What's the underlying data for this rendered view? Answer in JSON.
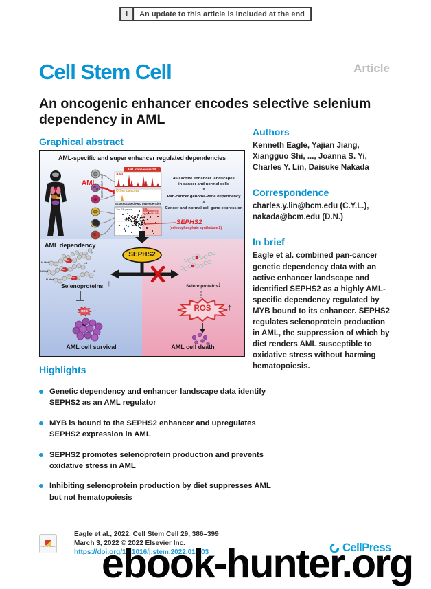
{
  "banner": {
    "icon": "i",
    "text": "An update to this article is included at the end"
  },
  "header": {
    "journal": "Cell Stem Cell",
    "article_type": "Article"
  },
  "title": "An oncogenic enhancer encodes selective selenium dependency in AML",
  "sections": {
    "graphical_abstract": {
      "heading": "Graphical abstract"
    },
    "authors": {
      "heading": "Authors",
      "names": "Kenneth Eagle, Yajian Jiang, Xiangguo Shi, ..., Joanna S. Yi, Charles Y. Lin, Daisuke Nakada"
    },
    "correspondence": {
      "heading": "Correspondence",
      "emails": "charles.y.lin@bcm.edu (C.Y.L.), nakada@bcm.edu (D.N.)"
    },
    "in_brief": {
      "heading": "In brief",
      "text": "Eagle et al. combined pan-cancer genetic dependency data with an active enhancer landscape and identified SEPHS2 as a highly AML-specific dependency regulated by MYB bound to its enhancer. SEPHS2 regulates selenoprotein production in AML, the suppression of which by diet renders AML susceptible to oxidative stress without harming hematopoiesis."
    },
    "highlights": {
      "heading": "Highlights",
      "items": [
        "Genetic dependency and enhancer landscape data identify SEPHS2 as an AML regulator",
        "MYB is bound to the SEPHS2 enhancer and upregulates SEPHS2 expression in AML",
        "SEPHS2 promotes selenoprotein production and prevents oxidative stress in AML",
        "Inhibiting selenoprotein production by diet suppresses AML but not hematopoiesis"
      ]
    }
  },
  "figure": {
    "top_title": "AML-specific and super enhancer regulated dependencies",
    "aml_label": "AML",
    "track1_label": "AML",
    "track1_banner": "AML consensus SE",
    "track2_label": "Other cancers",
    "yaxis_label": "H3K27ac ChIP-seq",
    "scatter_header": "SE-associated AML dependencies",
    "scatter_left_label": "Top SE genes",
    "scatter_zone_label": "AML dependencies w/ specific SEs",
    "criteria": [
      "450 active enhancer landscapes",
      "in cancer and normal cells",
      "x",
      "Pan-cancer genome-wide dependency",
      "x",
      "Cancer and normal cell gene expression"
    ],
    "gene_label": "SEPHS2",
    "gene_sub": "(selenophosphate synthetase 2)",
    "dependency_label": "AML dependency",
    "sephs2_node": "SEPHS2",
    "nmet_label": "N-Met",
    "sec_label": "Sec",
    "cterm_label": "-C",
    "selenoproteins_label": "Selenoproteins",
    "up_arrow": "↑",
    "down_arrow": "↓",
    "ros_label": "ROS",
    "survival_label": "AML cell survival",
    "death_label": "AML cell death"
  },
  "footer": {
    "citation": "Eagle et al., 2022, Cell Stem Cell 29, 386–399",
    "date_line": "March 3, 2022 © 2022 Elsevier Inc.",
    "doi": "https://doi.org/10.1016/j.stem.2022.01.003",
    "publisher": "CellPress",
    "update_badge": "Check for updates"
  },
  "watermark": "ebook-hunter.org",
  "colors": {
    "accent": "#0a93d2",
    "link": "#1e9cd7",
    "figure_red": "#d93025",
    "sephs2_yellow": "#f2c116",
    "survival_blue": "#aabde3",
    "death_pink": "#ee9fb6"
  }
}
